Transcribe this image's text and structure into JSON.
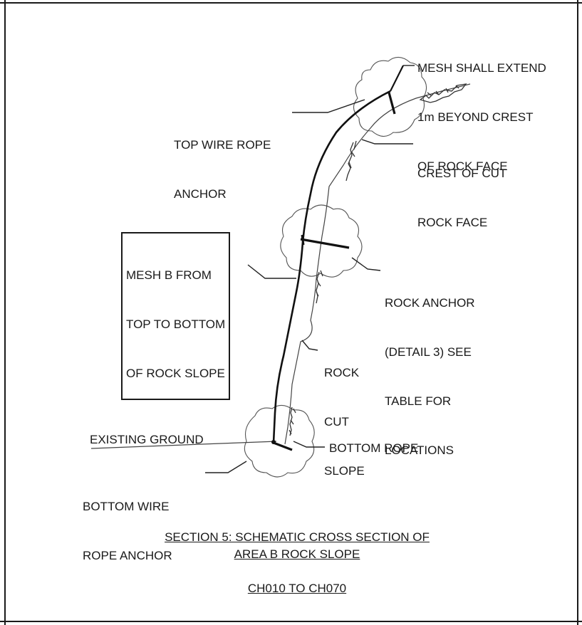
{
  "labels": {
    "mesh_extend": [
      "MESH SHALL EXTEND",
      "1m BEYOND CREST",
      "OF ROCK FACE"
    ],
    "top_wire_rope_anchor": [
      "TOP WIRE ROPE",
      "ANCHOR"
    ],
    "crest_of_cut_rock_face": [
      "CREST OF CUT",
      "ROCK FACE"
    ],
    "mesh_b": [
      "MESH B FROM",
      "TOP TO BOTTOM",
      "OF ROCK SLOPE"
    ],
    "rock_anchor": [
      "ROCK ANCHOR",
      "(DETAIL 3) SEE",
      "TABLE FOR",
      "LOCATIONS"
    ],
    "rock_cut_slope": [
      "ROCK",
      "CUT",
      "SLOPE"
    ],
    "existing_ground": "EXISTING GROUND",
    "bottom_rope": "BOTTOM ROPE",
    "bottom_wire_rope_anchor": [
      "BOTTOM WIRE",
      "ROPE ANCHOR"
    ]
  },
  "title": {
    "line1": "SECTION 5: SCHEMATIC CROSS SECTION OF",
    "line2": "AREA B ROCK SLOPE",
    "range": "CH010 TO CH070"
  }
}
